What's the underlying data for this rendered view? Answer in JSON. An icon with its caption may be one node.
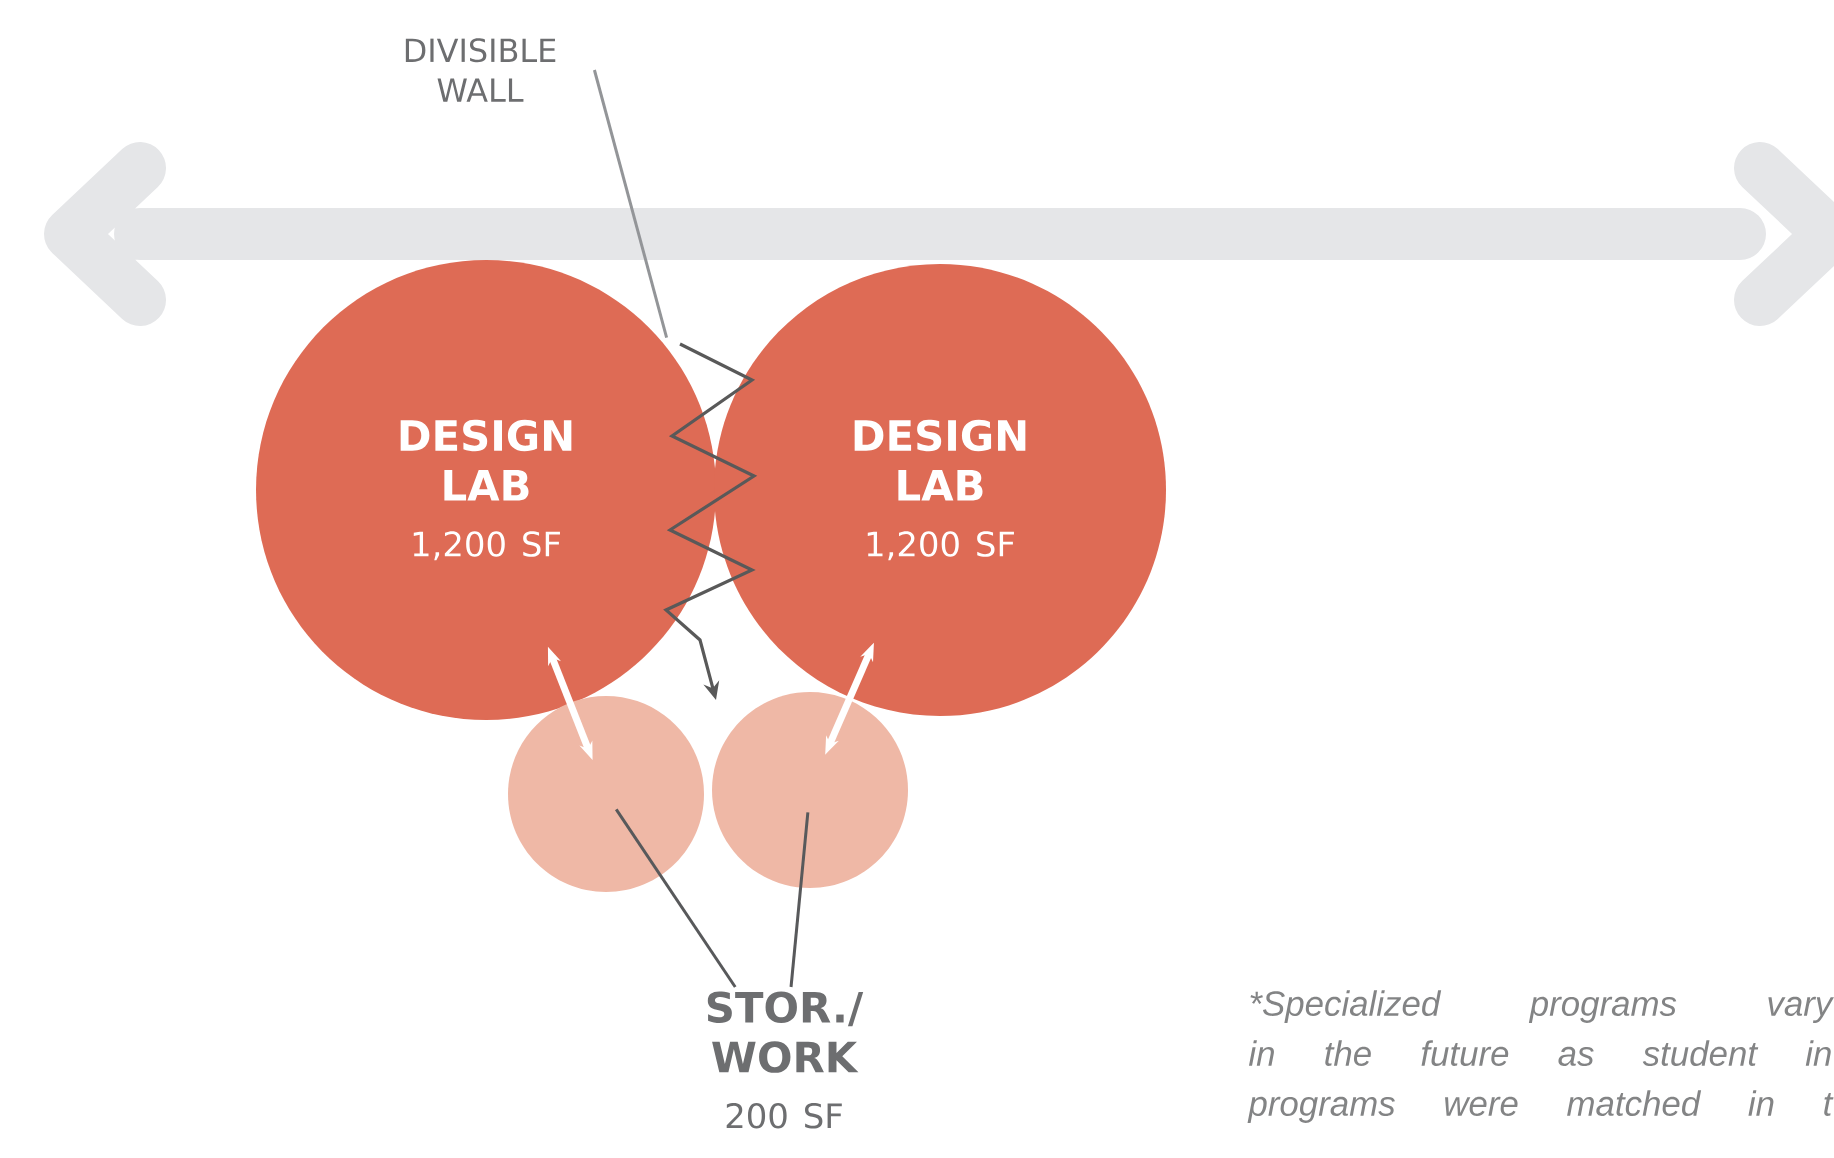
{
  "diagram": {
    "nodes": [
      {
        "text": [
          "DESIGN LAB",
          "1,200 SF"
        ]
      },
      {
        "text": [
          "DESIGN LAB",
          "1,200 SF"
        ]
      },
      {
        "text": [],
        "shape": "circle"
      },
      {
        "text": [],
        "shape": "circle"
      },
      {
        "text": [
          "STOR./ WORK",
          "200 SF"
        ]
      },
      {
        "text": [
          "DIVISIBLE WALL"
        ]
      },
      {
        "text": [],
        "shape": "zigzag"
      }
    ],
    "edges": [
      {
        "from": 0,
        "to": 2,
        "arrow": "both",
        "style": "thick",
        "color": "#ffffff"
      },
      {
        "from": 1,
        "to": 3,
        "arrow": "both",
        "style": "thick",
        "color": "#ffffff"
      },
      {
        "from": 4,
        "to": 2,
        "arrow": "none",
        "color": "#58595b"
      },
      {
        "from": 4,
        "to": 3,
        "arrow": "none",
        "color": "#58595b"
      },
      {
        "from": 5,
        "to": 6,
        "arrow": "none",
        "color": "#939598"
      }
    ],
    "labels": [
      "*Specialized programs vary",
      "in the future as student in",
      "programs were matched in t"
    ]
  }
}
